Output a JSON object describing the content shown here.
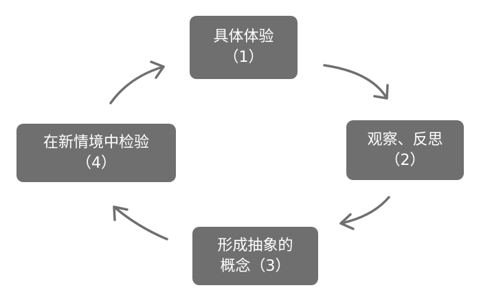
{
  "nodes": [
    {
      "id": "n1",
      "line1": "具体体验",
      "line2": "（1）"
    },
    {
      "id": "n2",
      "line1": "观察、反思",
      "line2": "（2）"
    },
    {
      "id": "n3",
      "line1": "形成抽象的",
      "line2": "概念（3）"
    },
    {
      "id": "n4",
      "line1": "在新情境中检验",
      "line2": "（4）"
    }
  ],
  "colors": {
    "node_fill": "#6f6f6f",
    "text": "#ffffff",
    "arrow": "#6f6f6f"
  }
}
